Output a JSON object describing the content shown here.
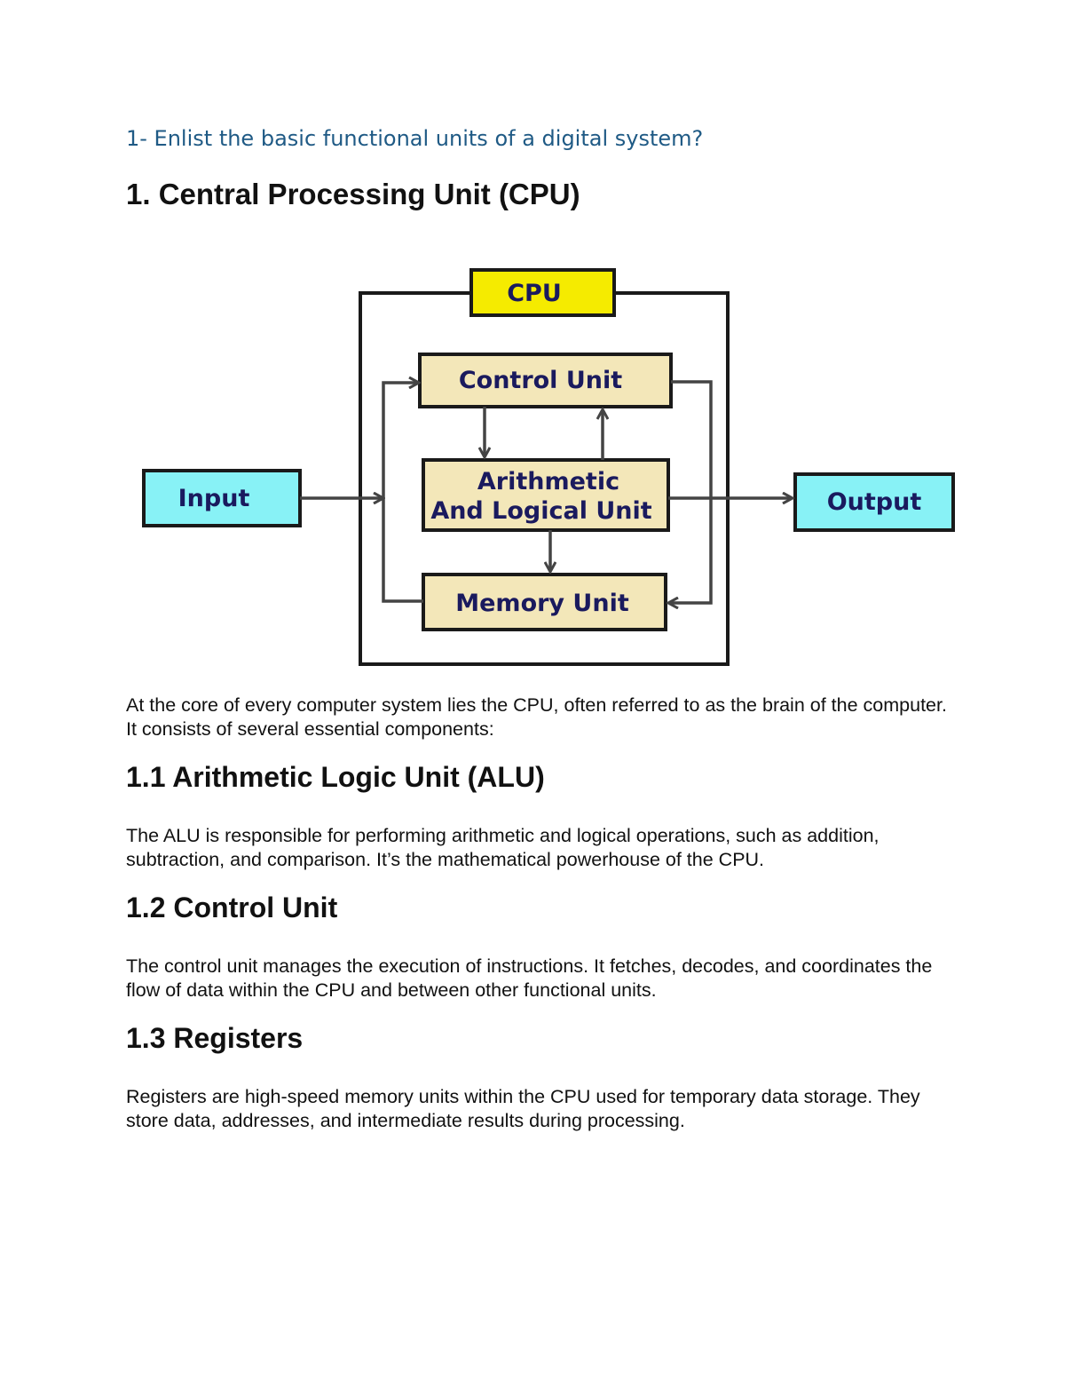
{
  "question": "1- Enlist the basic functional units of a digital system?",
  "heading_cpu": "1. Central Processing Unit (CPU)",
  "diagram": {
    "cpu_label": "CPU",
    "control_unit": "Control Unit",
    "alu_line1": "Arithmetic",
    "alu_line2": "And Logical Unit",
    "memory_unit": "Memory Unit",
    "input": "Input",
    "output": "Output",
    "colors": {
      "cpu_box": "#f5eb00",
      "unit_box": "#f3e7b9",
      "io_box": "#88f2f6",
      "border": "#1a1a1a",
      "arrow": "#444444",
      "label_text": "#1a1a5e"
    }
  },
  "intro_text": "At the core of every computer system lies the CPU, often referred to as the brain of the computer. It consists of several essential components:",
  "sections": [
    {
      "heading": "1.1 Arithmetic Logic Unit (ALU)",
      "text": "The ALU is responsible for performing arithmetic and logical operations, such as addition, subtraction, and comparison. It’s the mathematical powerhouse of the CPU."
    },
    {
      "heading": "1.2 Control Unit",
      "text": "The control unit manages the execution of instructions. It fetches, decodes, and coordinates the flow of data within the CPU and between other functional units."
    },
    {
      "heading": "1.3 Registers",
      "text": "Registers are high-speed memory units within the CPU used for temporary data storage. They store data, addresses, and intermediate results during processing."
    }
  ]
}
